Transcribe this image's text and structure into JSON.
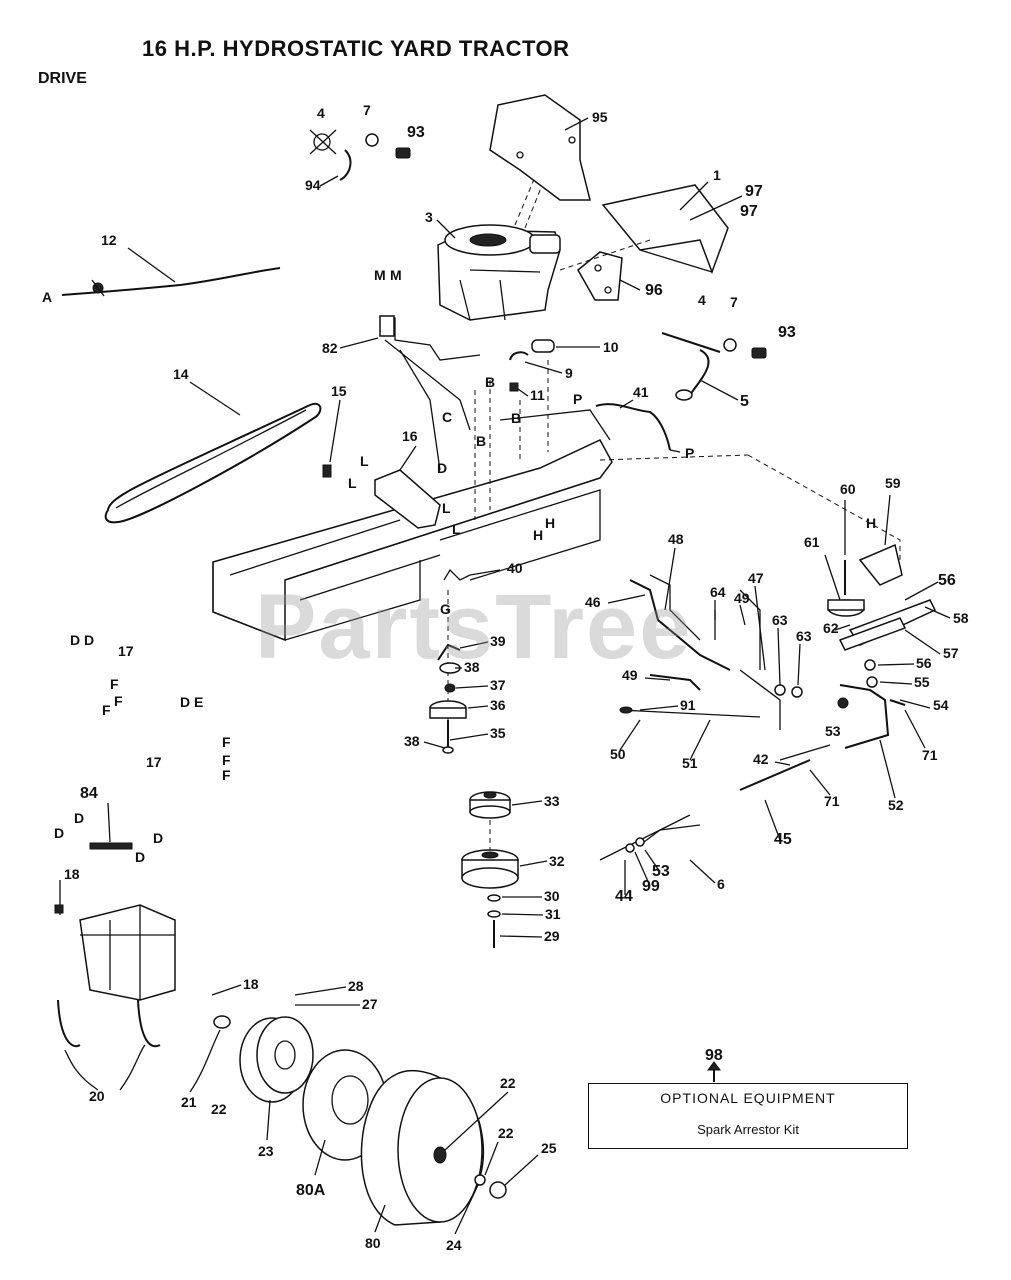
{
  "title": "16 H.P. HYDROSTATIC YARD TRACTOR",
  "subtitle": "DRIVE",
  "watermark": "PartsTree",
  "optional_equipment": {
    "ref": "98",
    "heading": "OPTIONAL EQUIPMENT",
    "item": "Spark Arrestor Kit"
  },
  "callouts": [
    "1",
    "3",
    "4",
    "4",
    "5",
    "6",
    "7",
    "7",
    "9",
    "10",
    "11",
    "12",
    "14",
    "15",
    "16",
    "17",
    "17",
    "18",
    "18",
    "20",
    "21",
    "22",
    "22",
    "22",
    "23",
    "24",
    "25",
    "27",
    "28",
    "29",
    "30",
    "31",
    "32",
    "33",
    "35",
    "36",
    "37",
    "38",
    "38",
    "39",
    "40",
    "41",
    "42",
    "44",
    "45",
    "46",
    "47",
    "48",
    "49",
    "49",
    "50",
    "51",
    "52",
    "53",
    "53",
    "54",
    "55",
    "56",
    "56",
    "57",
    "58",
    "59",
    "60",
    "61",
    "62",
    "63",
    "63",
    "64",
    "71",
    "71",
    "80",
    "80A",
    "82",
    "84",
    "91",
    "93",
    "93",
    "94",
    "95",
    "96",
    "97",
    "97",
    "99"
  ],
  "letters": [
    "A",
    "B",
    "B",
    "B",
    "C",
    "D",
    "D",
    "D",
    "D",
    "D",
    "D",
    "D",
    "D",
    "E",
    "F",
    "F",
    "F",
    "F",
    "F",
    "G",
    "H",
    "H",
    "L",
    "L",
    "L",
    "L",
    "M",
    "M",
    "P",
    "P"
  ]
}
